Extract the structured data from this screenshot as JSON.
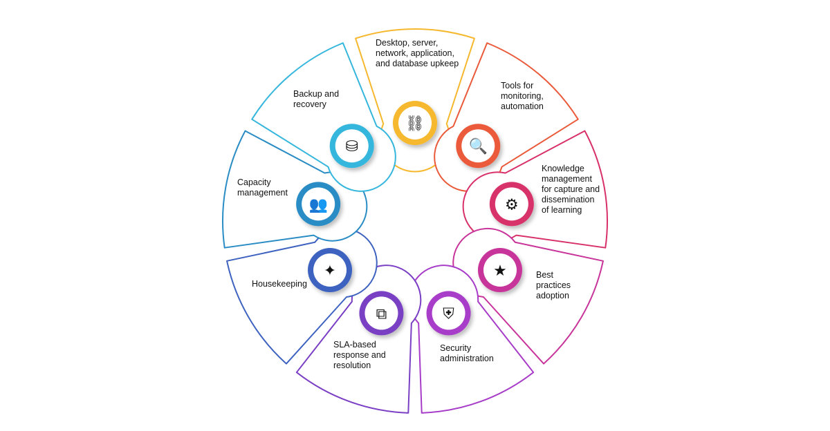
{
  "segments": [
    {
      "label": "Desktop, server,\nnetwork, application,\nand database upkeep",
      "color": "#f5b82e",
      "icon": "neural-network-icon",
      "glyph": "⛓"
    },
    {
      "label": "Tools for\nmonitoring,\nautomation",
      "color": "#ea5a3a",
      "icon": "monitor-analytics-icon",
      "glyph": "🔍"
    },
    {
      "label": "Knowledge\nmanagement\nfor capture and\ndissemination\nof learning",
      "color": "#d8306a",
      "icon": "hand-gear-icon",
      "glyph": "⚙"
    },
    {
      "label": "Best\npractices\nadoption",
      "color": "#c8349a",
      "icon": "hands-ideas-icon",
      "glyph": "★"
    },
    {
      "label": "Security\nadministration",
      "color": "#a73cc8",
      "icon": "browser-shield-icon",
      "glyph": "⛨"
    },
    {
      "label": "SLA-based\nresponse and\nresolution",
      "color": "#7a3fc4",
      "icon": "window-expand-icon",
      "glyph": "⧉"
    },
    {
      "label": "Housekeeping",
      "color": "#3e62c0",
      "icon": "broom-sparkle-icon",
      "glyph": "✦"
    },
    {
      "label": "Capacity\nmanagement",
      "color": "#2a8cc4",
      "icon": "team-gear-icon",
      "glyph": "👥"
    },
    {
      "label": "Backup and\nrecovery",
      "color": "#35b6dc",
      "icon": "database-sync-icon",
      "glyph": "⛁"
    }
  ]
}
